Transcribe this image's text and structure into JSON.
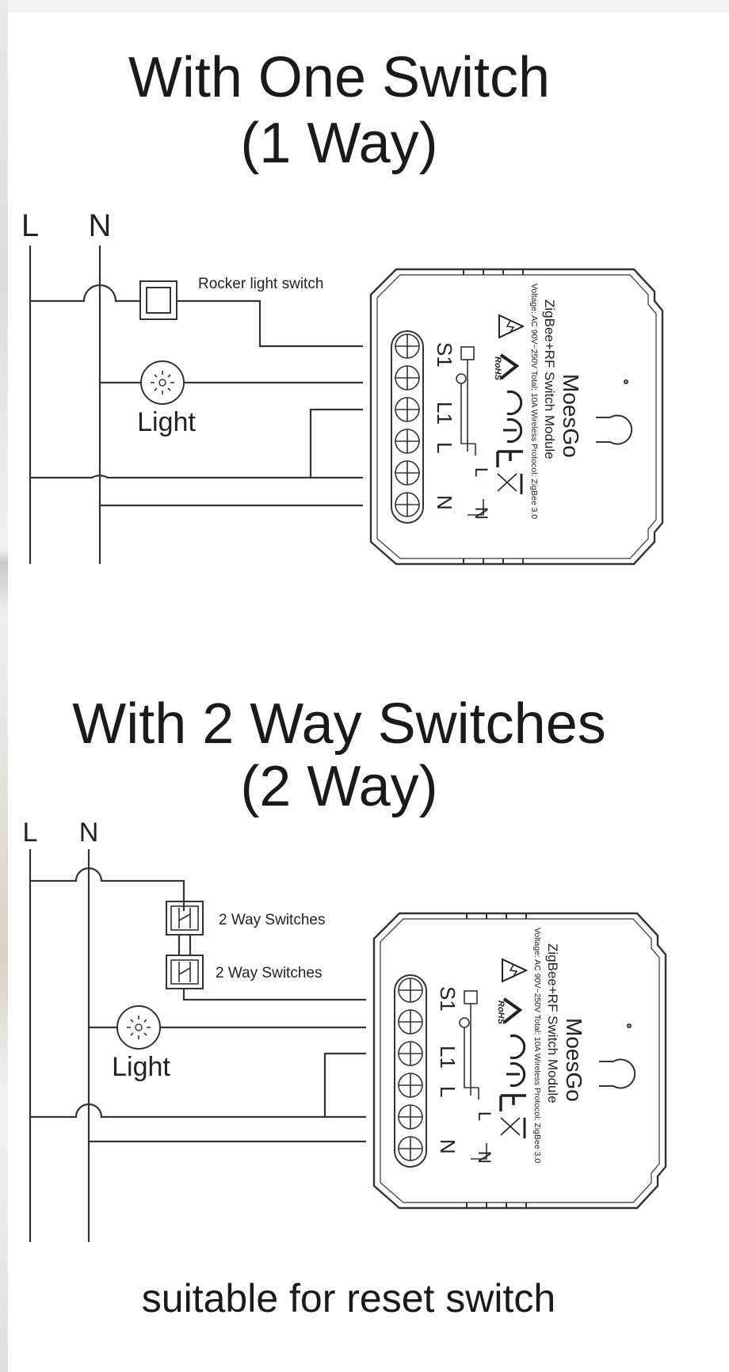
{
  "diagram1": {
    "title_line1": "With One Switch",
    "title_line2": "(1 Way)",
    "label_L": "L",
    "label_N": "N",
    "switch_label": "Rocker light switch",
    "light_label": "Light"
  },
  "diagram2": {
    "title_line1": "With 2 Way Switches",
    "title_line2": "(2 Way)",
    "label_L": "L",
    "label_N": "N",
    "switch_label_1": "2 Way Switches",
    "switch_label_2": "2 Way Switches",
    "light_label": "Light"
  },
  "module": {
    "brand": "MoesGo",
    "product": "ZigBee+RF Switch Module",
    "spec": "Voltage: AC 90V~250V  Total: 10A  Wireless Protocol: ZigBee 3.0",
    "rohs": "RoHS",
    "terminals": [
      "S1",
      "L1",
      "L",
      "N"
    ],
    "inner_L": "L",
    "inner_N": "N"
  },
  "footer": "suitable for reset switch"
}
